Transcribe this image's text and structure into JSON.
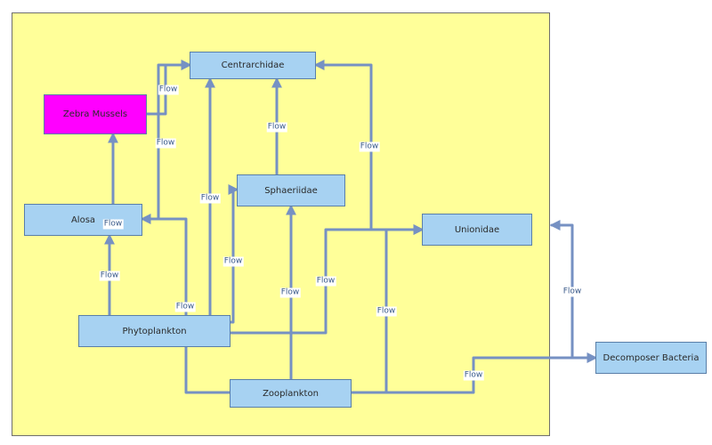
{
  "colors": {
    "frame_bg": "#ffff99",
    "node": "#a7d2f2",
    "zebra": "#ff00ff",
    "edge": "#7691c3"
  },
  "nodes": {
    "centrarchidae": "Centrarchidae",
    "zebra_mussels": "Zebra Mussels",
    "alosa": "Alosa",
    "sphaeriidae": "Sphaeriidae",
    "unionidae": "Unionidae",
    "phytoplankton": "Phytoplankton",
    "zooplankton": "Zooplankton",
    "decomposer_bacteria": "Decomposer Bacteria"
  },
  "edges": [
    {
      "from": "Zebra Mussels",
      "to": "Centrarchidae",
      "label": "Flow"
    },
    {
      "from": "Alosa",
      "to": "Centrarchidae",
      "label": "Flow"
    },
    {
      "from": "Phytoplankton",
      "to": "Centrarchidae",
      "label": "Flow"
    },
    {
      "from": "Sphaeriidae",
      "to": "Centrarchidae",
      "label": "Flow"
    },
    {
      "from": "Unionidae",
      "to": "Centrarchidae",
      "label": "Flow"
    },
    {
      "from": "Alosa",
      "to": "Zebra Mussels",
      "label": "Flow"
    },
    {
      "from": "Phytoplankton",
      "to": "Alosa",
      "label": "Flow"
    },
    {
      "from": "Zooplankton",
      "to": "Alosa",
      "label": "Flow"
    },
    {
      "from": "Phytoplankton",
      "to": "Sphaeriidae",
      "label": "Flow"
    },
    {
      "from": "Zooplankton",
      "to": "Sphaeriidae",
      "label": "Flow"
    },
    {
      "from": "Phytoplankton",
      "to": "Unionidae",
      "label": "Flow"
    },
    {
      "from": "Zooplankton",
      "to": "Unionidae",
      "label": "Flow"
    },
    {
      "from": "Zooplankton",
      "to": "Decomposer Bacteria",
      "label": "Flow"
    },
    {
      "from": "Decomposer Bacteria",
      "to": "Unionidae",
      "label": "Flow"
    }
  ]
}
